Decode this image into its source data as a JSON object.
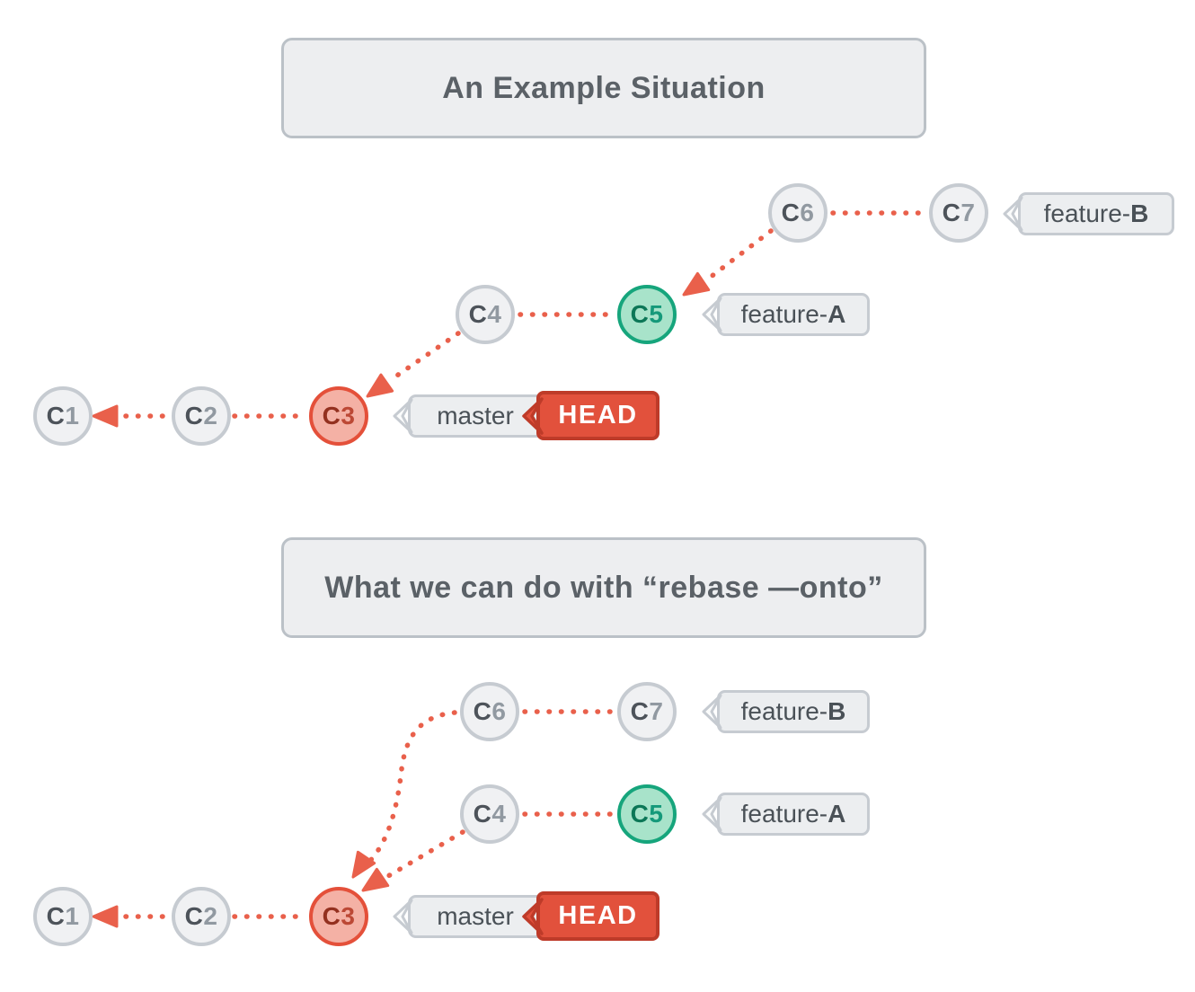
{
  "figure": {
    "section1": {
      "title": "An Example Situation",
      "commits": {
        "c1": {
          "prefix": "C",
          "num": "1"
        },
        "c2": {
          "prefix": "C",
          "num": "2"
        },
        "c3": {
          "prefix": "C",
          "num": "3"
        },
        "c4": {
          "prefix": "C",
          "num": "4"
        },
        "c5": {
          "prefix": "C",
          "num": "5"
        },
        "c6": {
          "prefix": "C",
          "num": "6"
        },
        "c7": {
          "prefix": "C",
          "num": "7"
        }
      },
      "labels": {
        "feature_b": {
          "regular": "feature-",
          "bold": "B"
        },
        "feature_a": {
          "regular": "feature-",
          "bold": "A"
        },
        "master": "master",
        "head": "HEAD"
      }
    },
    "section2": {
      "title": "What we can do with “rebase —onto”",
      "commits": {
        "c1": {
          "prefix": "C",
          "num": "1"
        },
        "c2": {
          "prefix": "C",
          "num": "2"
        },
        "c3": {
          "prefix": "C",
          "num": "3"
        },
        "c4": {
          "prefix": "C",
          "num": "4"
        },
        "c5": {
          "prefix": "C",
          "num": "5"
        },
        "c6": {
          "prefix": "C",
          "num": "6"
        },
        "c7": {
          "prefix": "C",
          "num": "7"
        }
      },
      "labels": {
        "feature_b": {
          "regular": "feature-",
          "bold": "B"
        },
        "feature_a": {
          "regular": "feature-",
          "bold": "A"
        },
        "master": "master",
        "head": "HEAD"
      }
    },
    "colors": {
      "coral_accent": "#E9604B",
      "gray_border": "#C6CBD1",
      "gray_fill": "#F0F1F3",
      "teal_border": "#16A57C",
      "teal_fill": "#A8E3CA",
      "red_border": "#E4503A",
      "red_fill": "#F4B1A5",
      "head_bg": "#E2513C",
      "head_border": "#BE3B29"
    }
  }
}
